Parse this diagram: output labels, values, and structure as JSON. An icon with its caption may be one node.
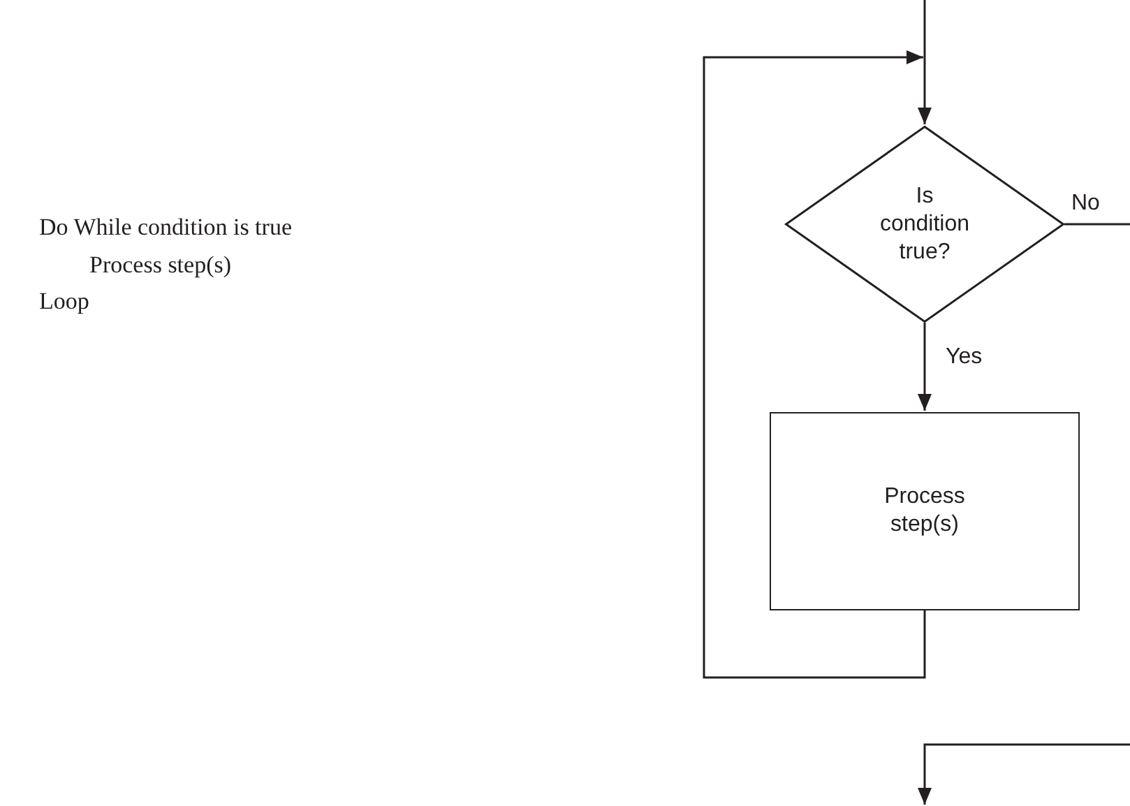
{
  "diagram": {
    "nodes": [
      {
        "text": [
          "Is condition true?"
        ]
      },
      {
        "text": [
          "Process step(s)"
        ]
      }
    ],
    "edges": [
      {
        "from": null,
        "to": 0,
        "arrow": "to"
      },
      {
        "from": 0,
        "to": 1,
        "arrow": "to",
        "label": "Yes"
      },
      {
        "from": 1,
        "to": 0,
        "arrow": "to"
      },
      {
        "from": 0,
        "to": null,
        "arrow": "to",
        "label": "No"
      }
    ],
    "labels": [
      "Do While condition is true",
      "Process step(s)",
      "Loop"
    ]
  }
}
